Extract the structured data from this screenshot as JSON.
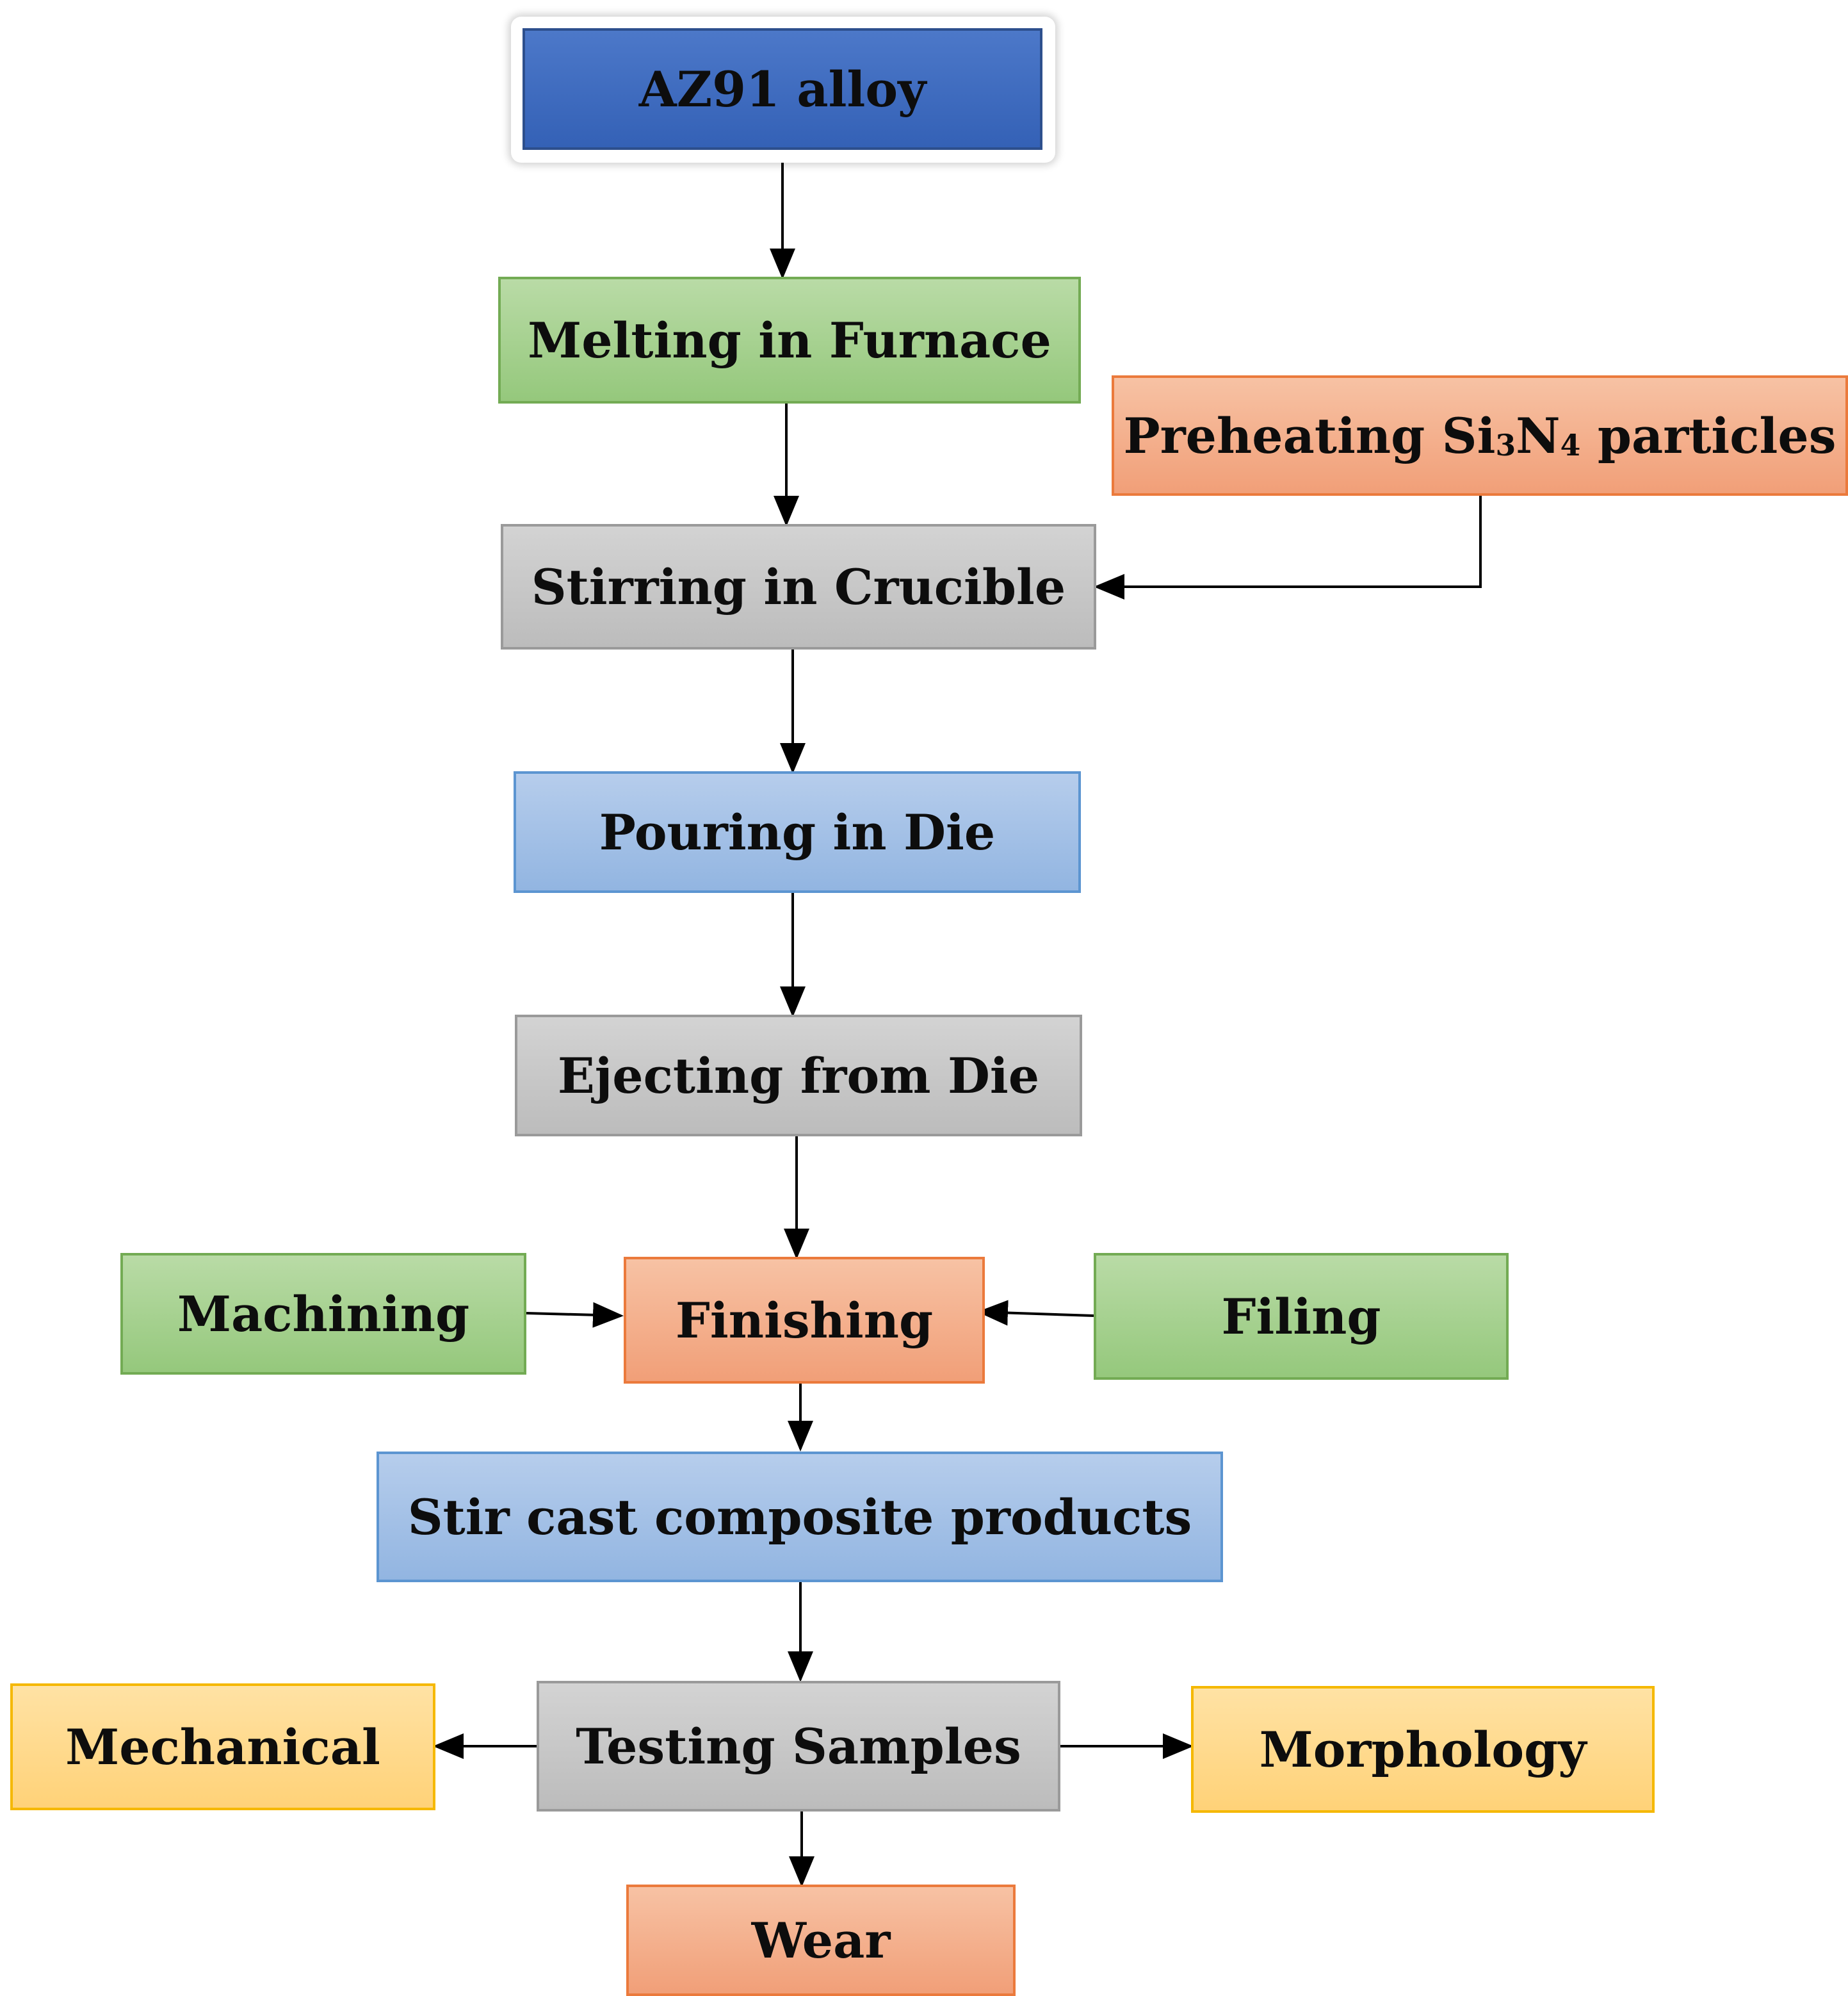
{
  "nodes": {
    "az91": "AZ91 alloy",
    "melting": "Melting in Furnace",
    "preheating": {
      "prefix": "Preheating Si",
      "sub1": "3",
      "mid": "N",
      "sub2": "4",
      "suffix": " particles"
    },
    "stirring": "Stirring in Crucible",
    "pouring": "Pouring in Die",
    "ejecting": "Ejecting from Die",
    "machining": "Machining",
    "finishing": "Finishing",
    "filing": "Filing",
    "stircast": "Stir cast composite products",
    "testing": "Testing Samples",
    "mechanical": "Mechanical",
    "morphology": "Morphology",
    "wear": "Wear"
  },
  "colors": {
    "navy": "#3d68bd",
    "green": "#a6d18f",
    "gray": "#c8c8c8",
    "blue": "#a3c1e7",
    "orange": "#f4b08c",
    "yellow": "#ffd98a",
    "arrow": "#000000"
  }
}
